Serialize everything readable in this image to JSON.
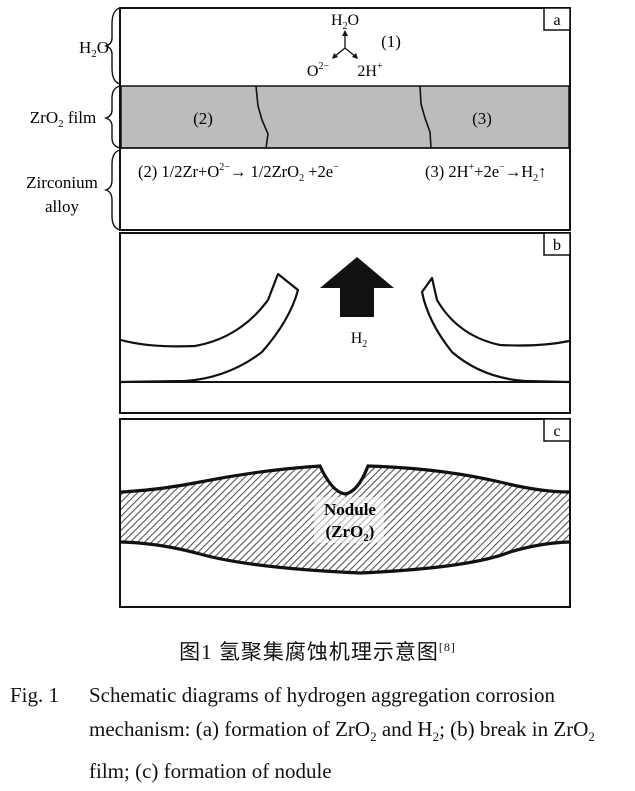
{
  "panel_a": {
    "label": "a",
    "layers": {
      "water": "H2O",
      "film": "ZrO2 film",
      "alloy": [
        "Zirconium",
        "alloy"
      ]
    },
    "molecule": {
      "top": "H2O",
      "left": "O2−",
      "right": "2H+"
    },
    "steps": {
      "step1": "(1)",
      "step2": "(2)",
      "step3": "(3)"
    },
    "reactions": {
      "r2": "(2)  1/2Zr+O2− → 1/2ZrO2  +2e−",
      "r3": "(3) 2H++2e− → H2↑"
    }
  },
  "panel_b": {
    "label": "b",
    "gas": "H2"
  },
  "panel_c": {
    "label": "c",
    "nodule_line1": "Nodule",
    "nodule_line2": "(ZrO2)"
  },
  "caption": {
    "cn_title": "图1   氢聚集腐蚀机理示意图",
    "cn_ref": "[8]",
    "en_number": "Fig. 1",
    "en_text": "Schematic diagrams of hydrogen aggregation corrosion mechanism: (a) formation of ZrO2 and H2; (b) break in ZrO2 film; (c) formation of nodule"
  }
}
